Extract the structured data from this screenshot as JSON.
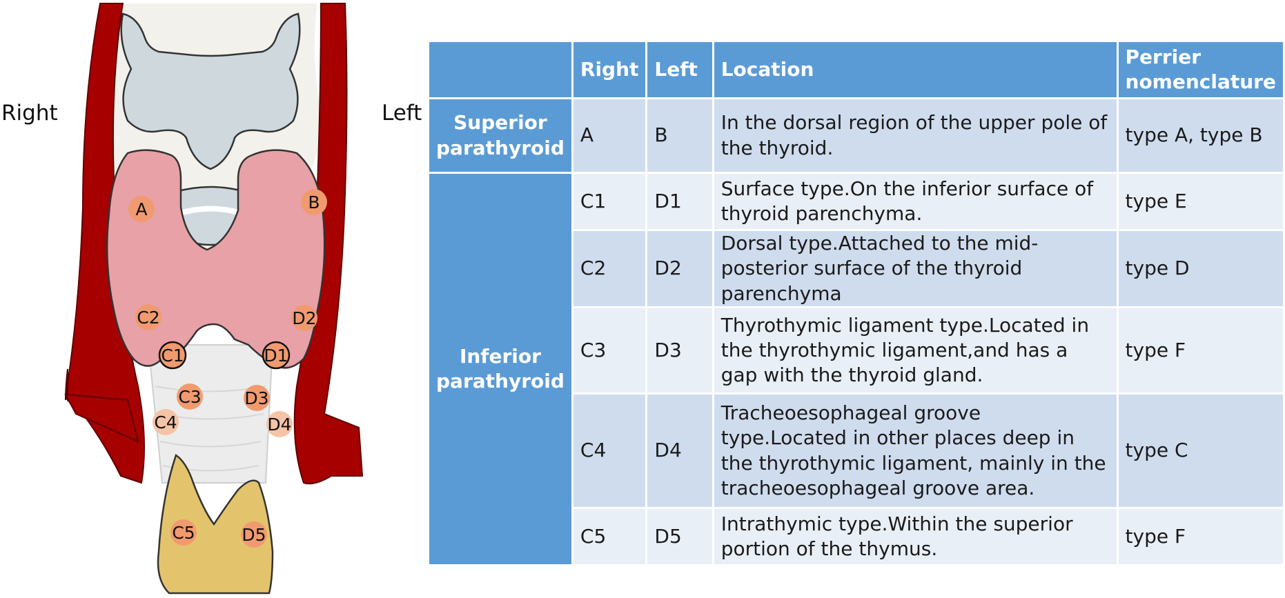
{
  "side_labels": {
    "right": "Right",
    "left": "Left"
  },
  "markers": {
    "A": "A",
    "B": "B",
    "C1": "C1",
    "D1": "D1",
    "C2": "C2",
    "D2": "D2",
    "C3": "C3",
    "D3": "D3",
    "C4": "C4",
    "D4": "D4",
    "C5": "C5",
    "D5": "D5"
  },
  "colors": {
    "artery": "#a60000",
    "thyroid": "#e8a1a6",
    "thymus": "#e3c46c",
    "cartilage": "#cfd9dd",
    "marker": "#f19a70",
    "table_header": "#5b9bd5",
    "row_dark": "#cfdcee",
    "row_light": "#e9eff7"
  },
  "table": {
    "headers": {
      "blank": "",
      "right": "Right",
      "left": "Left",
      "location": "Location",
      "perrier": "Perrier nomenclature"
    },
    "groups": {
      "superior": "Superior parathyroid",
      "inferior": "Inferior parathyroid"
    },
    "rows": [
      {
        "right": "A",
        "left": "B",
        "location": "In the dorsal region of the upper pole of the thyroid.",
        "perrier": "type A, type B"
      },
      {
        "right": "C1",
        "left": "D1",
        "location": "Surface type.On the inferior surface of thyroid parenchyma.",
        "perrier": "type E"
      },
      {
        "right": "C2",
        "left": "D2",
        "location": "Dorsal type.Attached to the mid-posterior surface of the thyroid parenchyma",
        "perrier": "type D"
      },
      {
        "right": "C3",
        "left": "D3",
        "location": "Thyrothymic ligament type.Located in the thyrothymic ligament,and has a gap with the thyroid gland.",
        "perrier": "type F"
      },
      {
        "right": "C4",
        "left": "D4",
        "location": "Tracheoesophageal groove type.Located in other places deep in the thyrothymic ligament, mainly in the tracheoesophageal groove area.",
        "perrier": "type C"
      },
      {
        "right": "C5",
        "left": "D5",
        "location": "Intrathymic type.Within the superior portion of the thymus.",
        "perrier": "type F"
      }
    ]
  }
}
